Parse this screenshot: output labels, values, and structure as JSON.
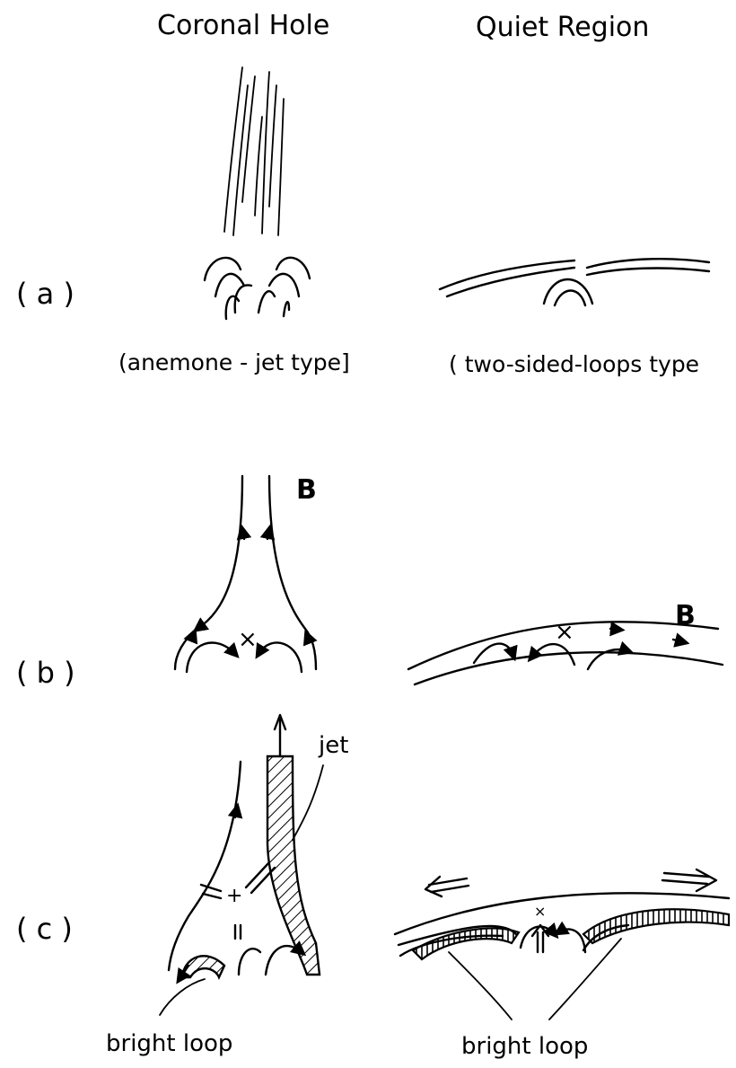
{
  "headers": {
    "left": "Coronal Hole",
    "right": "Quiet Region"
  },
  "rows": {
    "a": "( a )",
    "b": "( b )",
    "c": "( c )"
  },
  "captions": {
    "left_type": "(anemone - jet   type]",
    "right_type": "( two-sided-loops type"
  },
  "labels": {
    "field_left": "B",
    "field_right": "B",
    "jet": "jet",
    "bright_loop_left": "bright  loop",
    "bright_loop_right": "bright  loop"
  }
}
